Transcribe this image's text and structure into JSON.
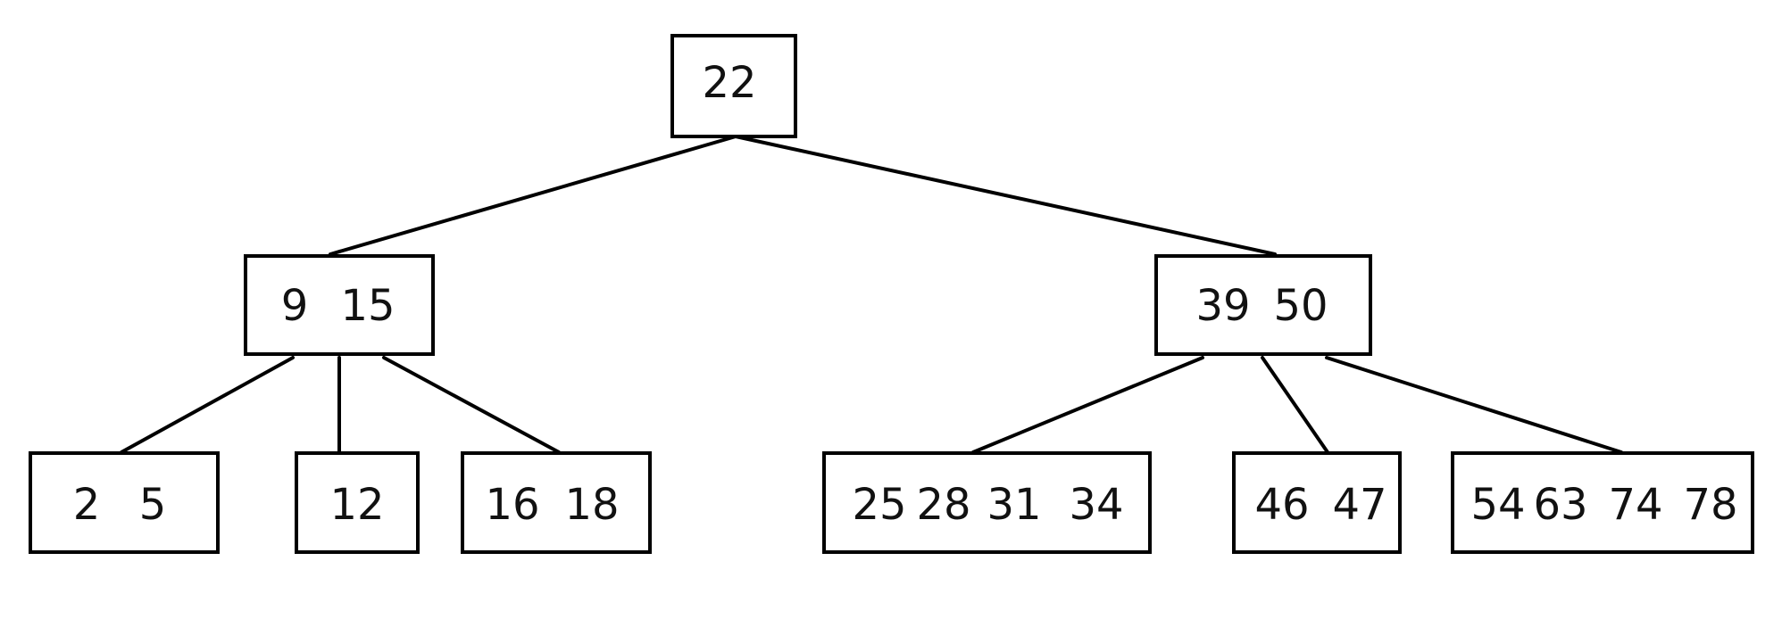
{
  "tree": {
    "root": {
      "keys": [
        "22"
      ]
    },
    "internal": [
      {
        "keys": [
          "9",
          "15"
        ]
      },
      {
        "keys": [
          "39",
          "50"
        ]
      }
    ],
    "leaves": [
      {
        "keys": [
          "2",
          "5"
        ]
      },
      {
        "keys": [
          "12"
        ]
      },
      {
        "keys": [
          "16",
          "18"
        ]
      },
      {
        "keys": [
          "25",
          "28",
          "31",
          "34"
        ]
      },
      {
        "keys": [
          "46",
          "47"
        ]
      },
      {
        "keys": [
          "54",
          "63",
          "74",
          "78"
        ]
      }
    ]
  }
}
